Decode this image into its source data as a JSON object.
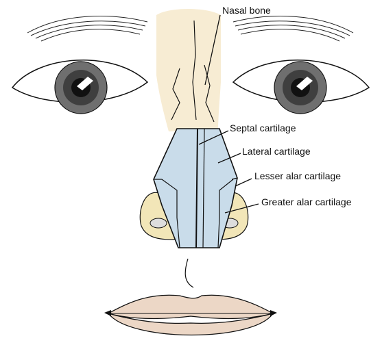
{
  "labels": {
    "nasal_bone": "Nasal bone",
    "septal_cartilage": "Septal cartilage",
    "lateral_cartilage": "Lateral cartilage",
    "lesser_alar_cartilage": "Lesser alar cartilage",
    "greater_alar_cartilage": "Greater alar cartilage"
  },
  "colors": {
    "bone": "#f7ecd3",
    "cartilage": "#c9dcea",
    "alar": "#f2e6b8",
    "lips": "#ecd7c6",
    "line": "#111111"
  }
}
